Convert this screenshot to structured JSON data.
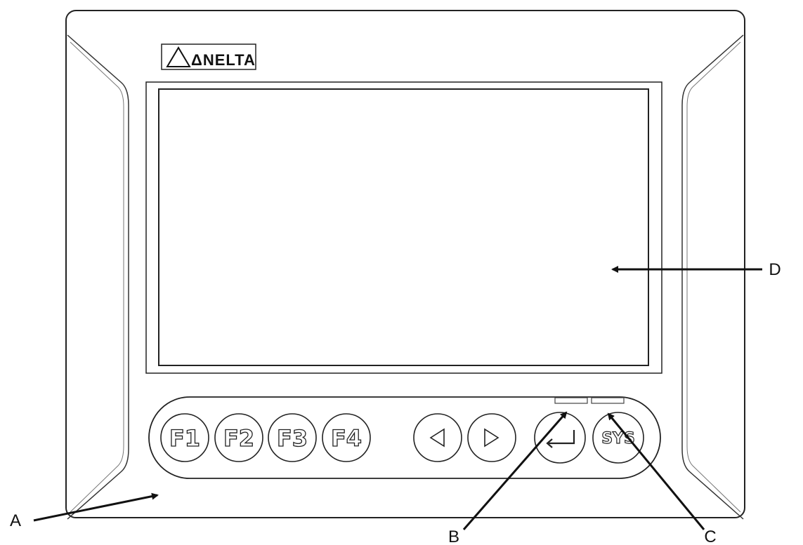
{
  "logo": {
    "text": "ΔNELTA"
  },
  "keys": [
    {
      "id": "f1",
      "label": "F1"
    },
    {
      "id": "f2",
      "label": "F2"
    },
    {
      "id": "f3",
      "label": "F3"
    },
    {
      "id": "f4",
      "label": "F4"
    },
    {
      "id": "left",
      "icon": "triangle-left-icon"
    },
    {
      "id": "right",
      "icon": "triangle-right-icon"
    },
    {
      "id": "enter",
      "icon": "enter-icon"
    },
    {
      "id": "sys",
      "label": "SYS"
    }
  ],
  "callouts": {
    "a": "A",
    "b": "B",
    "c": "C",
    "d": "D"
  },
  "colors": {
    "line": "#1a1a1a",
    "background": "#ffffff"
  }
}
